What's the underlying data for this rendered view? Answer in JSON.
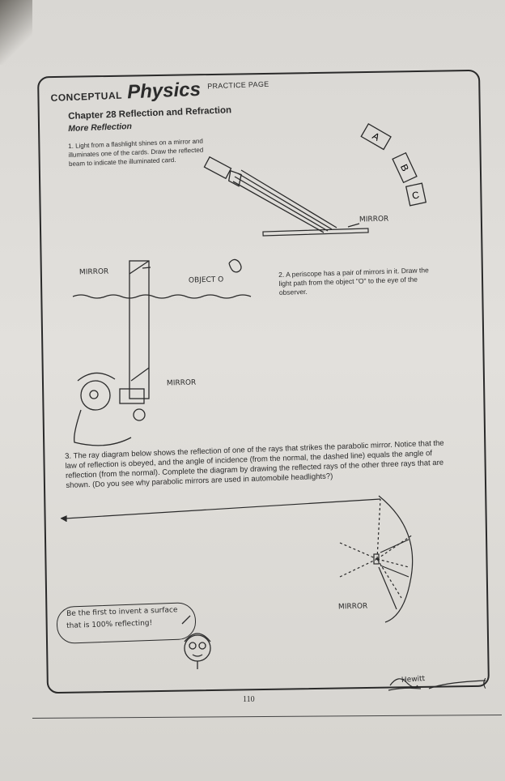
{
  "header": {
    "brand_conceptual": "CONCEPTUAL",
    "brand_physics": "Physics",
    "brand_practice": "PRACTICE PAGE"
  },
  "chapter_title": "Chapter 28  Reflection and Refraction",
  "section_title": "More Reflection",
  "q1": {
    "text": "1. Light from a flashlight shines on a mirror and illuminates one of the cards. Draw the reflected beam to indicate the illuminated card.",
    "cards": [
      "A",
      "B",
      "C"
    ],
    "mirror_label": "MIRROR"
  },
  "q2": {
    "text": "2. A periscope has a pair of mirrors in it. Draw the light path from the object \"O\" to the eye of the observer.",
    "mirror_top_label": "MIRROR",
    "mirror_bottom_label": "MIRROR",
    "object_label": "OBJECT O"
  },
  "q3": {
    "text": "3. The ray diagram below shows the reflection of one of the rays that strikes the parabolic mirror. Notice that the law of reflection is obeyed, and the angle of incidence (from the normal, the dashed line) equals the angle of reflection (from the normal). Complete the diagram by drawing the reflected rays of the other three rays that are shown. (Do you see why parabolic mirrors are used in automobile headlights?)",
    "mirror_label": "MIRROR"
  },
  "speech_bubble": {
    "line1": "Be the first to invent a surface",
    "line2": "that is 100% reflecting!"
  },
  "signature": "Hewitt",
  "page_number": "110"
}
